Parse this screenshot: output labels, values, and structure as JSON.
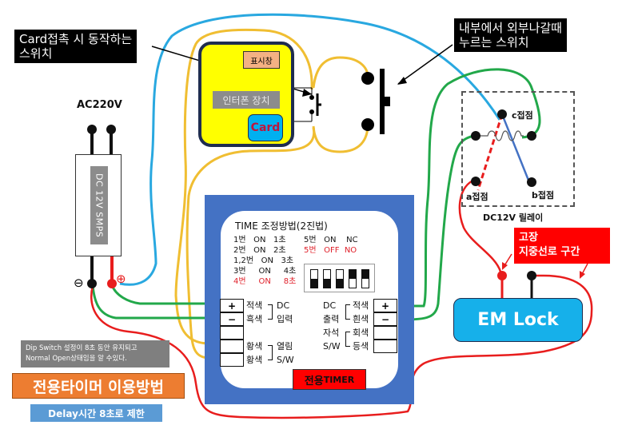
{
  "callouts": {
    "card_switch": "Card접촉 시 동작하는\n스위치",
    "exit_switch": "내부에서 외부나갈때\n누르는 스위치"
  },
  "intercom": {
    "display": "표시창",
    "label": "인터폰 장치",
    "card": "Card"
  },
  "power": {
    "ac_label": "AC220V",
    "smps_label": "DC 12V SMPS",
    "minus_symbol": "⊖",
    "plus_symbol": "⊕"
  },
  "timer": {
    "title": "TIME 조정방법(2진법)",
    "settings_left": [
      {
        "text": "1번   ON   1초",
        "highlight": false
      },
      {
        "text": "2번   ON   2초",
        "highlight": false
      },
      {
        "text": "1,2번   ON   3초",
        "highlight": false
      },
      {
        "text": "3번     ON     4초",
        "highlight": false
      },
      {
        "text": "4번     ON     8초",
        "highlight": true
      }
    ],
    "settings_right": [
      {
        "text": "5번   ON    NC",
        "highlight": false
      },
      {
        "text": "5번   OFF  NO",
        "highlight": true
      }
    ],
    "dip_switch": {
      "positions": [
        "down",
        "down",
        "down",
        "up",
        "up"
      ]
    },
    "left_terminals": [
      "+",
      "−",
      "",
      "",
      ""
    ],
    "right_terminals": [
      "+",
      "−",
      "",
      ""
    ],
    "left_labels": {
      "red": "적색",
      "black": "흑색",
      "dc_input": "DC\n입력",
      "yellow1": "황색",
      "yellow2": "황색",
      "open_sw": "열림\nS/W"
    },
    "right_labels": {
      "dc_output": "DC\n출력",
      "red": "적색",
      "white": "흰색",
      "magnet_sw": "자석\nS/W",
      "gray": "회색",
      "orange": "등색"
    },
    "badge_prefix": "전용",
    "badge_suffix": "TIMER"
  },
  "relay": {
    "c_contact": "c접점",
    "a_contact": "a접점",
    "b_contact": "b접점",
    "label": "DC12V 릴레이"
  },
  "fault_note": "고장\n지중선로 구간",
  "em_lock": "EM Lock",
  "notes": {
    "dip_note": "Dip Switch 설정이 8초 동안 유지되고\nNormal Open상태임을 알 수있다.",
    "usage_title": "전용타이머 이용방법",
    "delay_limit": "Delay시간 8초로 제한"
  },
  "colors": {
    "wire_blue": "#29a8e0",
    "wire_yellow": "#f0be32",
    "wire_green": "#22a84a",
    "wire_red": "#e81d1d",
    "timer_frame": "#4472c4",
    "intercom_body": "#ffff00",
    "em_lock": "#16b0ea"
  }
}
